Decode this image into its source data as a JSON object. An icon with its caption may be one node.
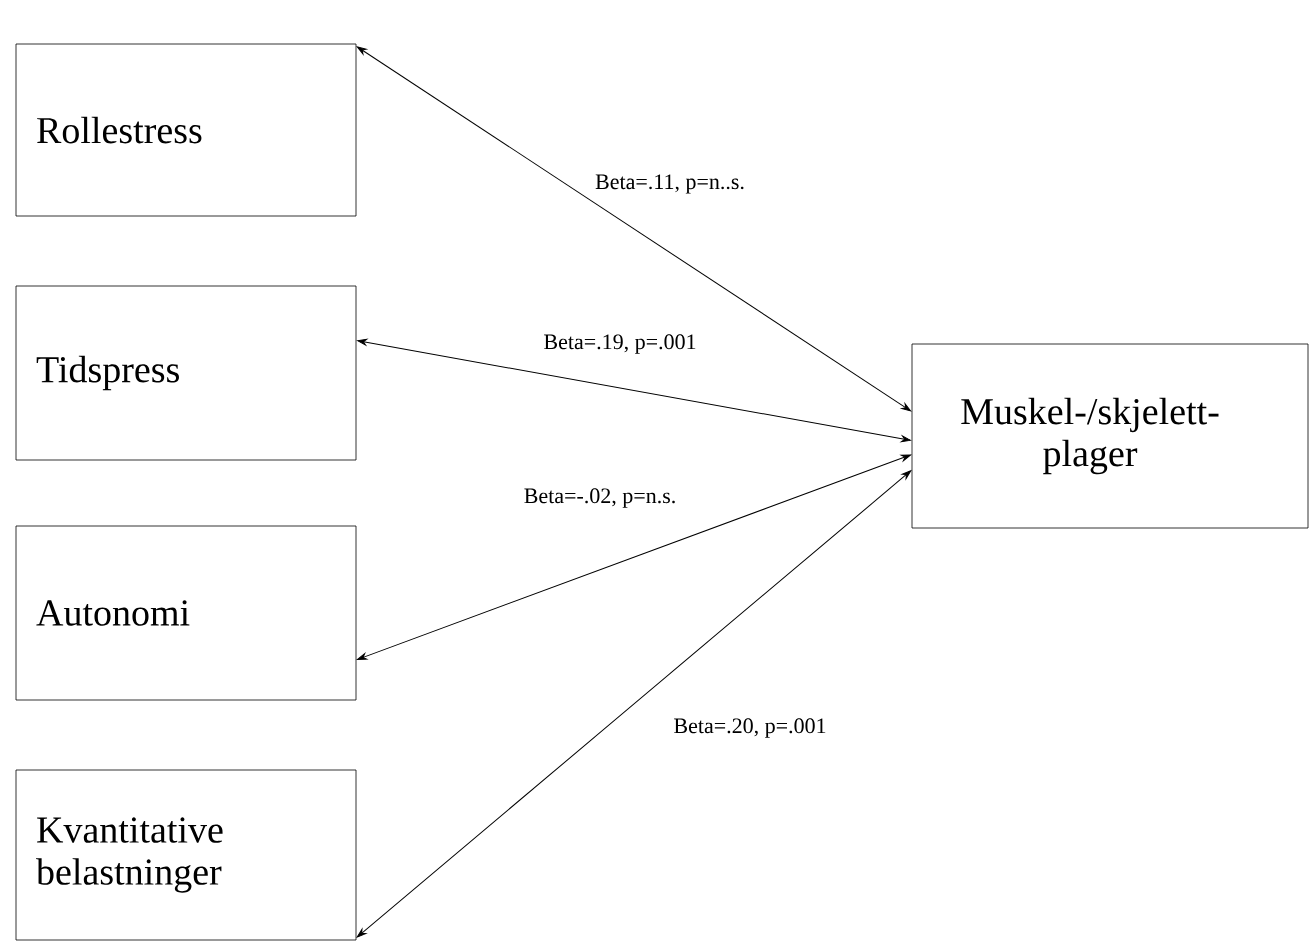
{
  "diagram": {
    "nodes": [
      {
        "text": [
          "Rollestress"
        ]
      },
      {
        "text": [
          "Tidspress"
        ]
      },
      {
        "text": [
          "Autonomi"
        ]
      },
      {
        "text": [
          "Kvantitative belastninger"
        ]
      },
      {
        "text": [
          "Muskel-/skjelett-plager"
        ]
      }
    ],
    "edges": [
      {
        "from": 0,
        "to": 4,
        "arrow": "both",
        "label": "Beta=.11, p=n..s."
      },
      {
        "from": 1,
        "to": 4,
        "arrow": "both",
        "label": "Beta=.19, p=.001"
      },
      {
        "from": 2,
        "to": 4,
        "arrow": "both",
        "label": "Beta=-.02, p=n.s."
      },
      {
        "from": 3,
        "to": 4,
        "arrow": "both",
        "label": "Beta=.20, p=.001"
      }
    ]
  }
}
